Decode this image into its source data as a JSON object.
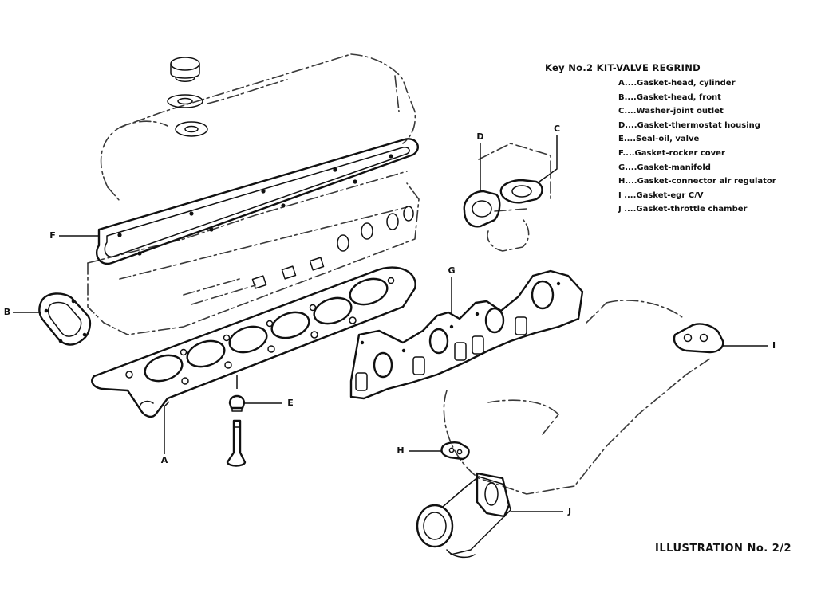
{
  "legend": {
    "title": "Key No.2 KIT-VALVE REGRIND",
    "items": [
      "A....Gasket-head, cylinder",
      "B....Gasket-head, front",
      "C....Washer-joint outlet",
      "D....Gasket-thermostat housing",
      "E....Seal-oil, valve",
      "F....Gasket-rocker cover",
      "G....Gasket-manifold",
      "H....Gasket-connector air regulator",
      "I ....Gasket-egr C/V",
      "J ....Gasket-throttle chamber"
    ]
  },
  "callouts": {
    "a": "A",
    "b": "B",
    "c": "C",
    "d": "D",
    "e": "E",
    "f": "F",
    "g": "G",
    "h": "H",
    "i": "I",
    "j": "J"
  },
  "caption": "ILLUSTRATION No. 2/2",
  "colors": {
    "ink": "#111111",
    "background": "#ffffff"
  }
}
